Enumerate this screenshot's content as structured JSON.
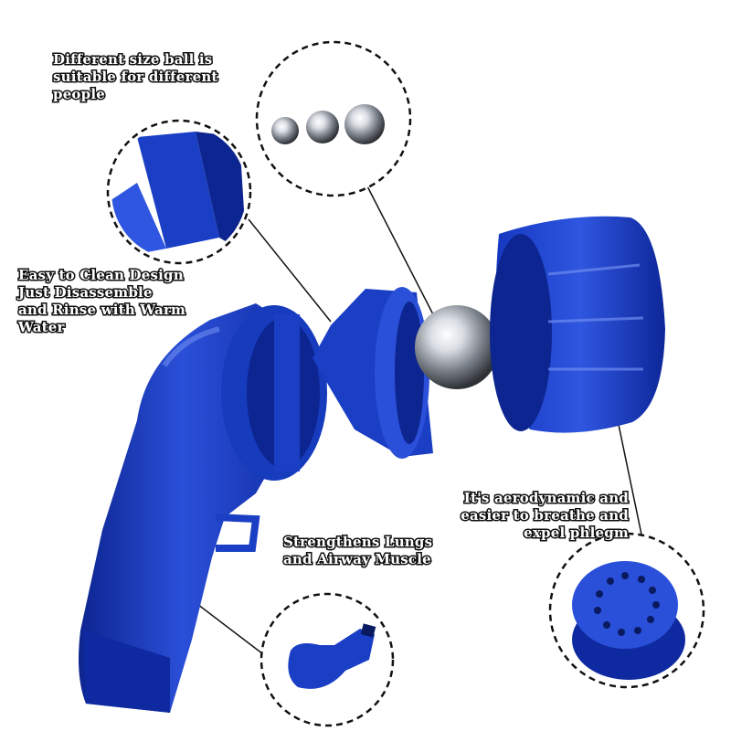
{
  "callouts": {
    "ball_size": [
      "Different size ball is",
      "suitable for different",
      "people"
    ],
    "clean": [
      "Easy to Clean Design",
      "Just Disassemble",
      "and Rinse with Warm",
      "Water"
    ],
    "aero": [
      "It's aerodynamic and",
      "easier to breathe and",
      "expel phlegm"
    ],
    "lungs": [
      "Strengthens Lungs",
      "and Airway Muscle"
    ]
  },
  "colors": {
    "device_blue": "#1a3fc4",
    "device_dark": "#0d2590",
    "device_light": "#3d63e0",
    "ball_steel": "#c9ced6",
    "text_outline": "#111111"
  }
}
